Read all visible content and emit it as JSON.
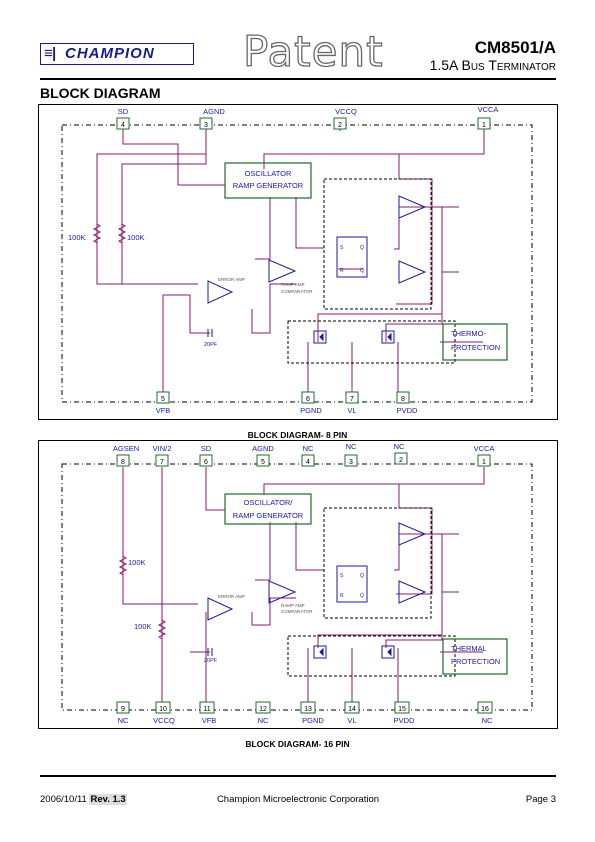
{
  "header": {
    "logo_mark": "≡|",
    "logo_text": "CHAMPION",
    "stamp": "Patent",
    "part_number": "CM8501/A",
    "subtitle": "1.5A Bus Terminator"
  },
  "section_title": "BLOCK DIAGRAM",
  "diagram1": {
    "caption": "BLOCK DIAGRAM- 8 PIN",
    "top_pins": [
      {
        "num": "4",
        "name": "SD"
      },
      {
        "num": "3",
        "name": "AGND"
      },
      {
        "num": "2",
        "name": "VCCQ"
      },
      {
        "num": "1",
        "name": "VCCA"
      }
    ],
    "bottom_pins": [
      {
        "num": "5",
        "name": "VFB"
      },
      {
        "num": "6",
        "name": "PGND"
      },
      {
        "num": "7",
        "name": "VL"
      },
      {
        "num": "8",
        "name": "PVDD"
      }
    ],
    "osc_line1": "OSCILLATOR",
    "osc_line2": "RAMP GENERATOR",
    "thermo_line1": "THERMO-",
    "thermo_line2": "PROTECTION",
    "res1": "100K",
    "res2": "100K",
    "cap": "20PF",
    "error_amp": "ERROR AMP",
    "ramp_amp": "RAMP AMP",
    "comparator": "COMPARATOR"
  },
  "diagram2": {
    "caption": "BLOCK DIAGRAM- 16 PIN",
    "top_pins": [
      {
        "num": "8",
        "name": "AGSEN"
      },
      {
        "num": "7",
        "name": "VIN/2"
      },
      {
        "num": "6",
        "name": "SD"
      },
      {
        "num": "5",
        "name": "AGND"
      },
      {
        "num": "4",
        "name": "NC"
      },
      {
        "num": "3",
        "name": "NC"
      },
      {
        "num": "2",
        "name": "NC"
      },
      {
        "num": "1",
        "name": "VCCA"
      }
    ],
    "bottom_pins": [
      {
        "num": "9",
        "name": "NC"
      },
      {
        "num": "10",
        "name": "VCCQ"
      },
      {
        "num": "11",
        "name": "VFB"
      },
      {
        "num": "12",
        "name": "NC"
      },
      {
        "num": "13",
        "name": "PGND"
      },
      {
        "num": "14",
        "name": "VL"
      },
      {
        "num": "15",
        "name": "PVDD"
      },
      {
        "num": "16",
        "name": "NC"
      }
    ],
    "osc_line1": "OSCILLATOR/",
    "osc_line2": "RAMP GENERATOR",
    "thermo_line1": "THERMAL",
    "thermo_line2": "PROTECTION",
    "res1": "100K",
    "res2": "100K",
    "cap": "20PF",
    "error_amp": "ERROR AMP",
    "ramp_amp": "RAMP AMP",
    "comparator": "COMPARATOR"
  },
  "flipflop": {
    "s": "S",
    "q": "Q",
    "r": "R",
    "qbar": "Q"
  },
  "footer": {
    "date": "2006/10/11",
    "rev": "Rev. 1.3",
    "company": "Champion Microelectronic Corporation",
    "page": "Page 3"
  },
  "colors": {
    "wire": "#8b1a6b",
    "box": "#1d6b2a",
    "amp": "#1a1aa0",
    "pin": "#1d6b2a"
  }
}
